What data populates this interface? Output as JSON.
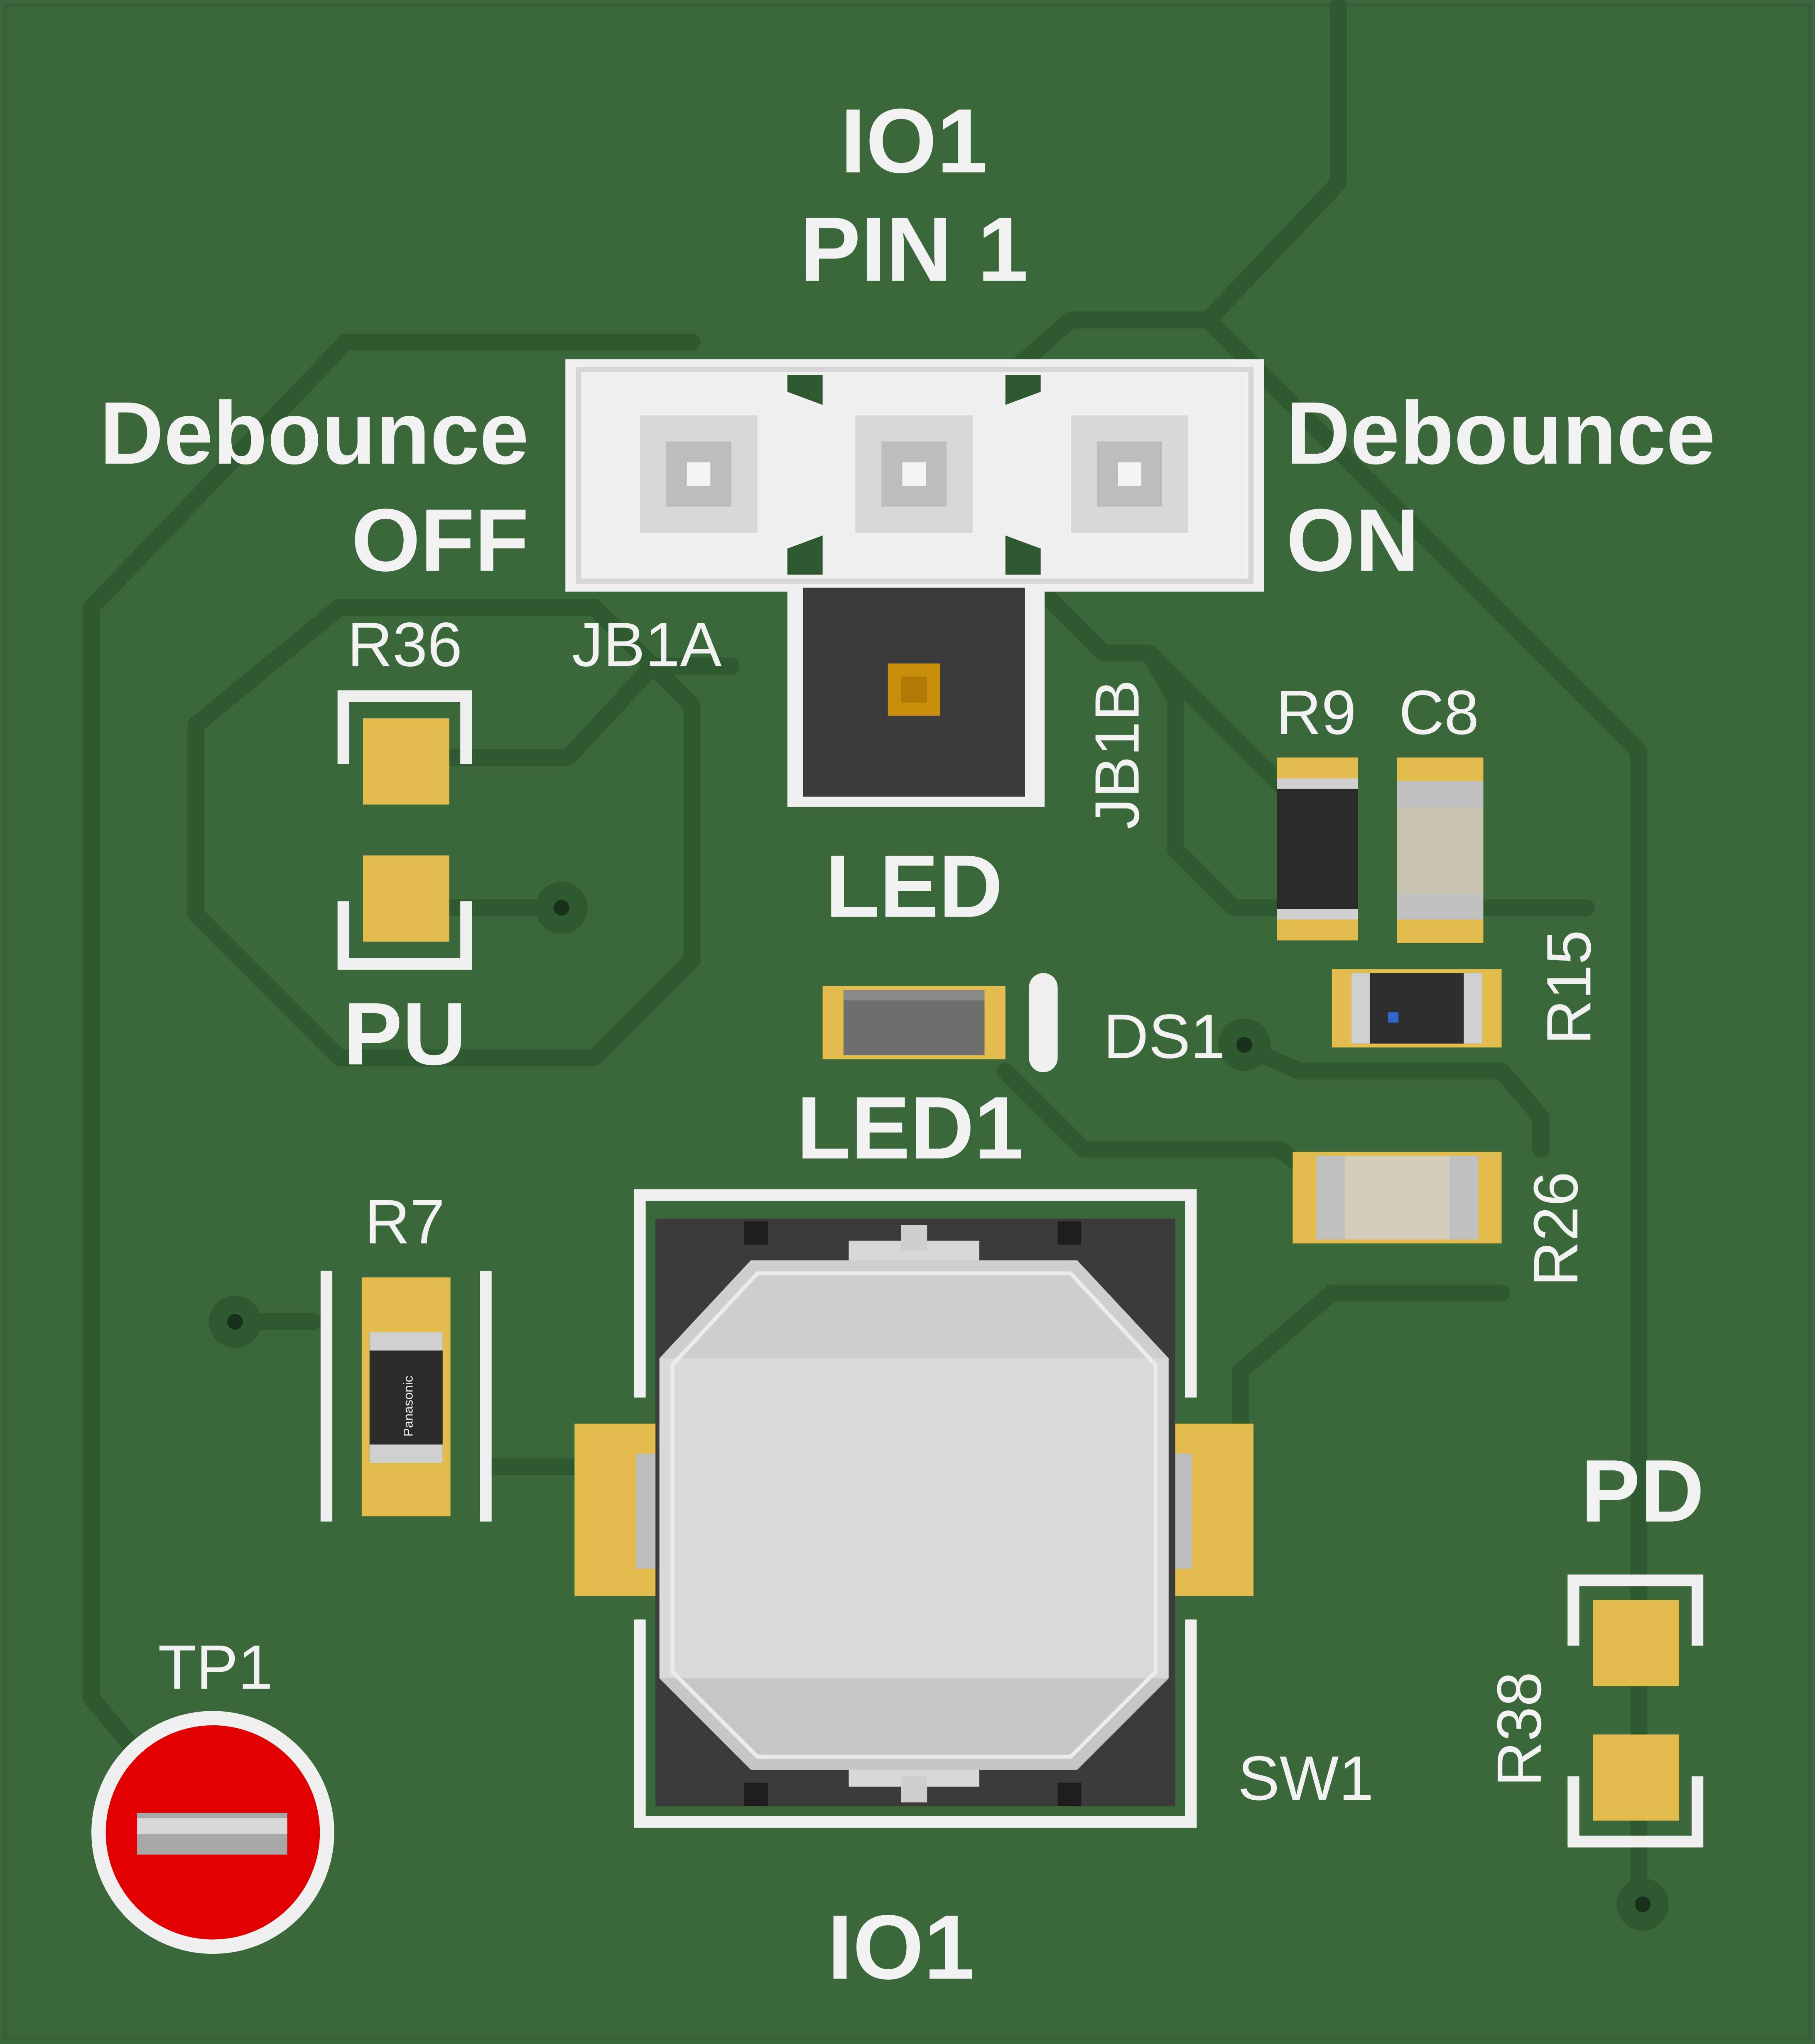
{
  "board": {
    "background": "#3a683a",
    "trace_color": "#2f5a2f",
    "silk_color": "#f2f2f2",
    "pad_color": "#e2bc4c"
  },
  "labels": {
    "title_line1": "IO1",
    "title_line2": "PIN 1",
    "debounce_left_line1": "Debounce",
    "debounce_left_line2": "OFF",
    "debounce_right_line1": "Debounce",
    "debounce_right_line2": "ON",
    "jb1a": "JB1A",
    "jb1b": "JB1B",
    "led": "LED",
    "r36": "R36",
    "pu": "PU",
    "r9": "R9",
    "c8": "C8",
    "r15": "R15",
    "ds1": "DS1",
    "led1": "LED1",
    "r26": "R26",
    "r7": "R7",
    "r7_part_marking": "Panasonic",
    "pd": "PD",
    "r38": "R38",
    "tp1": "TP1",
    "sw1": "SW1",
    "bottom_label": "IO1"
  }
}
